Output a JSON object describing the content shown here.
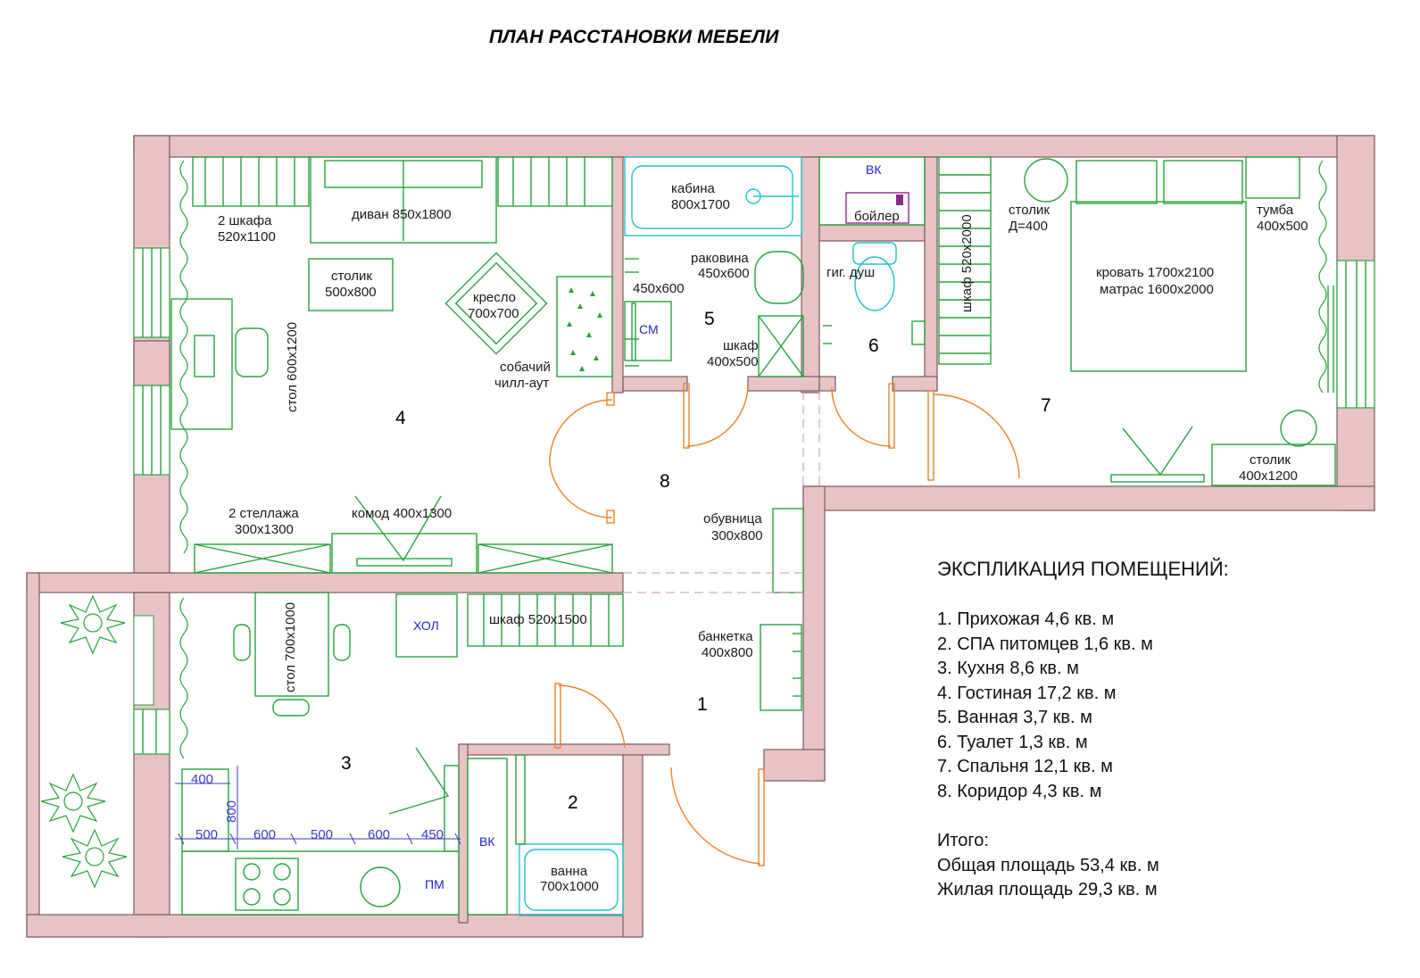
{
  "title": "ПЛАН РАССТАНОВКИ МЕБЕЛИ",
  "room_numbers": [
    "1",
    "2",
    "3",
    "4",
    "5",
    "6",
    "7",
    "8"
  ],
  "labels": {
    "wardrobes_2_a": "2 шкафа",
    "wardrobes_2_b": "520х1100",
    "sofa": "диван 850х1800",
    "coffee_table_a": "столик",
    "coffee_table_b": "500х800",
    "desk_vertical": "стол 600х1200",
    "armchair_a": "кресло",
    "armchair_b": "700х700",
    "dog_chill_a": "собачий",
    "dog_chill_b": "чилл-аут",
    "racks_a": "2 стеллажа",
    "racks_b": "300х1300",
    "dresser": "комод 400х1300",
    "shower_a": "кабина",
    "shower_b": "800х1700",
    "sink_a": "раковина",
    "sink_b": "450х600",
    "washer_dim": "450х600",
    "washer_tag": "СМ",
    "bath_cabinet_a": "шкаф",
    "bath_cabinet_b": "400х500",
    "vk": "ВК",
    "boiler": "бойлер",
    "hyg_shower": "гиг. душ",
    "wardrobe_vertical": "шкаф 520х2000",
    "side_table_a": "столик",
    "side_table_b": "Д=400",
    "nightstand_a": "тумба",
    "nightstand_b": "400х500",
    "bed_a": "кровать 1700х2100",
    "bed_b": "матрас 1600х2000",
    "bedroom_table_a": "столик",
    "bedroom_table_b": "400х1200",
    "shoe_rack_a": "обувница",
    "shoe_rack_b": "300х800",
    "bench_a": "банкетка",
    "bench_b": "400х800",
    "fridge_tag": "ХОЛ",
    "kitchen_wardrobe": "шкаф 520х1500",
    "dining_table_vertical": "стол 700х1000",
    "dishwasher_tag": "ПМ",
    "bathtub_a": "ванна",
    "bathtub_b": "700х1000",
    "vk2": "ВК"
  },
  "dimensions": [
    "400",
    "800",
    "500",
    "600",
    "500",
    "600",
    "450"
  ],
  "legend": {
    "title": "ЭКСПЛИКАЦИЯ ПОМЕЩЕНИЙ:",
    "items": [
      "1. Прихожая 4,6  кв. м",
      "2. СПА питомцев 1,6 кв. м",
      "3. Кухня 8,6 кв. м",
      "4. Гостиная  17,2 кв. м",
      "5. Ванная 3,7 кв. м",
      "6. Туалет 1,3 кв. м",
      "7. Спальня 12,1 кв. м",
      "8. Коридор 4,3 кв. м"
    ],
    "total_label": "Итого:",
    "total_area": "Общая площадь 53,4 кв. м",
    "living_area": "Жилая площадь 29,3 кв. м"
  },
  "colors": {
    "wall": "#e7c3c6",
    "furniture": "#2aa13f",
    "plumbing": "#22c0cc",
    "door": "#e8832a",
    "dimension": "#3a3ac8",
    "appliance_tag": "#2222cc"
  }
}
